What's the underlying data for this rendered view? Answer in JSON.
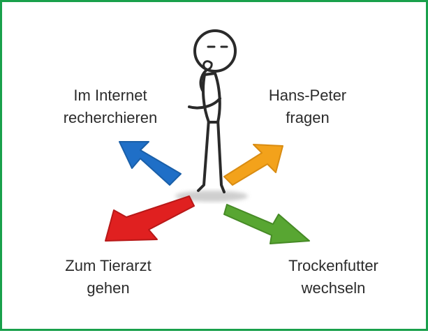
{
  "options": [
    {
      "id": "top-left",
      "lines": [
        "Im Internet",
        "recherchieren"
      ],
      "color": "#1f6fc7"
    },
    {
      "id": "top-right",
      "lines": [
        "Hans-Peter",
        "fragen"
      ],
      "color": "#f3a21b"
    },
    {
      "id": "bottom-left",
      "lines": [
        "Zum Tierarzt",
        "gehen"
      ],
      "color": "#e02020"
    },
    {
      "id": "bottom-right",
      "lines": [
        "Trockenfutter",
        "wechseln"
      ],
      "color": "#58a632"
    }
  ],
  "colors": {
    "frame": "#19a04b",
    "text": "#2b2b2b",
    "figure": "#2a2a2a"
  }
}
